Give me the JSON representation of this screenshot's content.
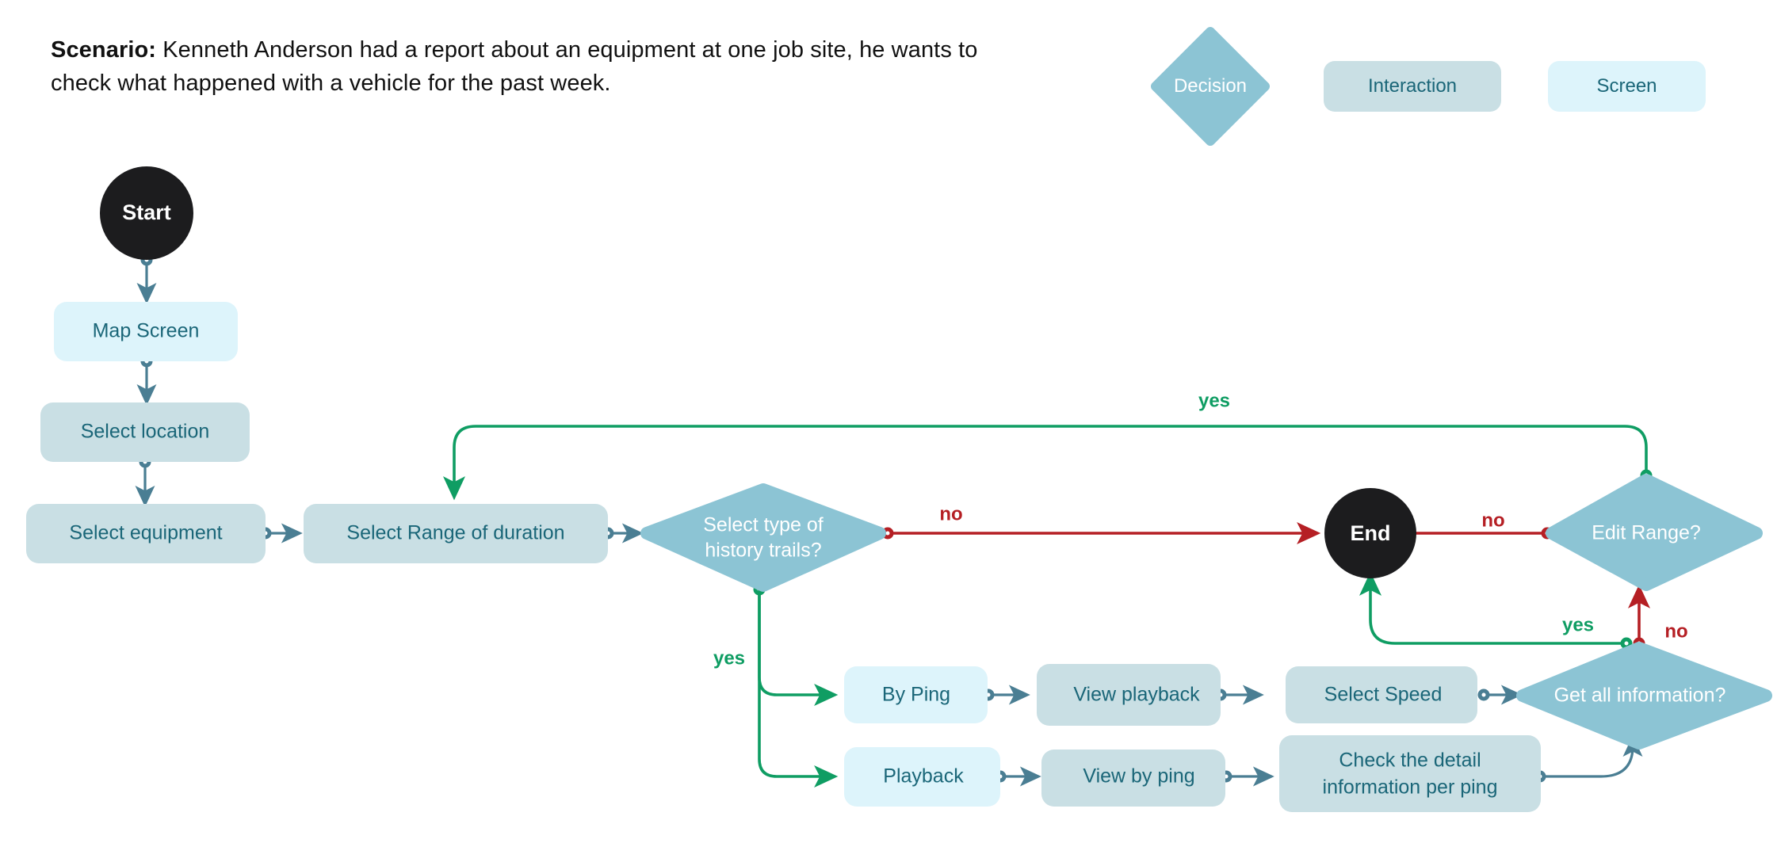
{
  "scenario": {
    "lead": "Scenario:",
    "text": " Kenneth Anderson had a report about an equipment at one job site, he wants to check what happened with a vehicle for the past week."
  },
  "legend": {
    "decision_label": "Decision",
    "interaction_label": "Interaction",
    "screen_label": "Screen"
  },
  "colors": {
    "decision_fill": "#8cc4d4",
    "interaction_fill": "#c9dfe4",
    "screen_fill": "#ddf4fb",
    "terminal_fill": "#1c1c1e",
    "text_teal": "#1a6678",
    "edge_default": "#4a7e93",
    "edge_yes": "#0f9d63",
    "edge_no": "#b51f24",
    "background": "#ffffff"
  },
  "nodes": {
    "start": "Start",
    "map_screen": "Map Screen",
    "select_location": "Select location",
    "select_equipment": "Select equipment",
    "select_range": "Select Range of duration",
    "select_type_line1": "Select type of",
    "select_type_line2": "history trails?",
    "by_ping": "By Ping",
    "view_playback": "View playback",
    "select_speed": "Select Speed",
    "playback": "Playback",
    "view_by_ping": "View by ping",
    "check_detail_line1": "Check the detail",
    "check_detail_line2": "information per ping",
    "get_all_information": "Get all information?",
    "edit_range": "Edit Range?",
    "end": "End"
  },
  "edge_labels": {
    "type_no": "no",
    "type_yes": "yes",
    "getall_yes": "yes",
    "getall_no": "no",
    "editrange_no": "no",
    "editrange_yes": "yes"
  }
}
